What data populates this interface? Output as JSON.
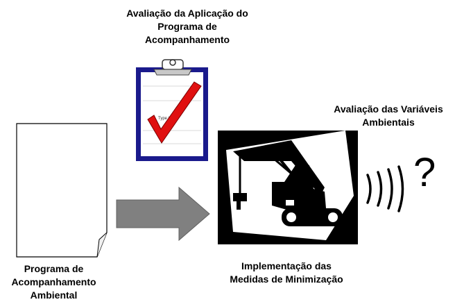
{
  "labels": {
    "evaluation_program": "Avaliação da Aplicação do\nPrograma de\nAcompanhamento",
    "evaluation_variables": "Avaliação das Variáveis\nAmbientais",
    "monitoring_program": "Programa de\nAcompanhamento\nAmbiental",
    "minimization_measures": "Implementação das\nMedidas de Minimização"
  },
  "clipboard_text": "Type them",
  "question_mark": "?",
  "colors": {
    "clipboard_border": "#1a1a8c",
    "checkmark": "#e01010",
    "arrow": "#808080",
    "excavator_bg": "#000000"
  },
  "icons": [
    "document-icon",
    "clipboard-checklist-icon",
    "excavator-icon",
    "signal-waves-icon",
    "question-icon"
  ]
}
